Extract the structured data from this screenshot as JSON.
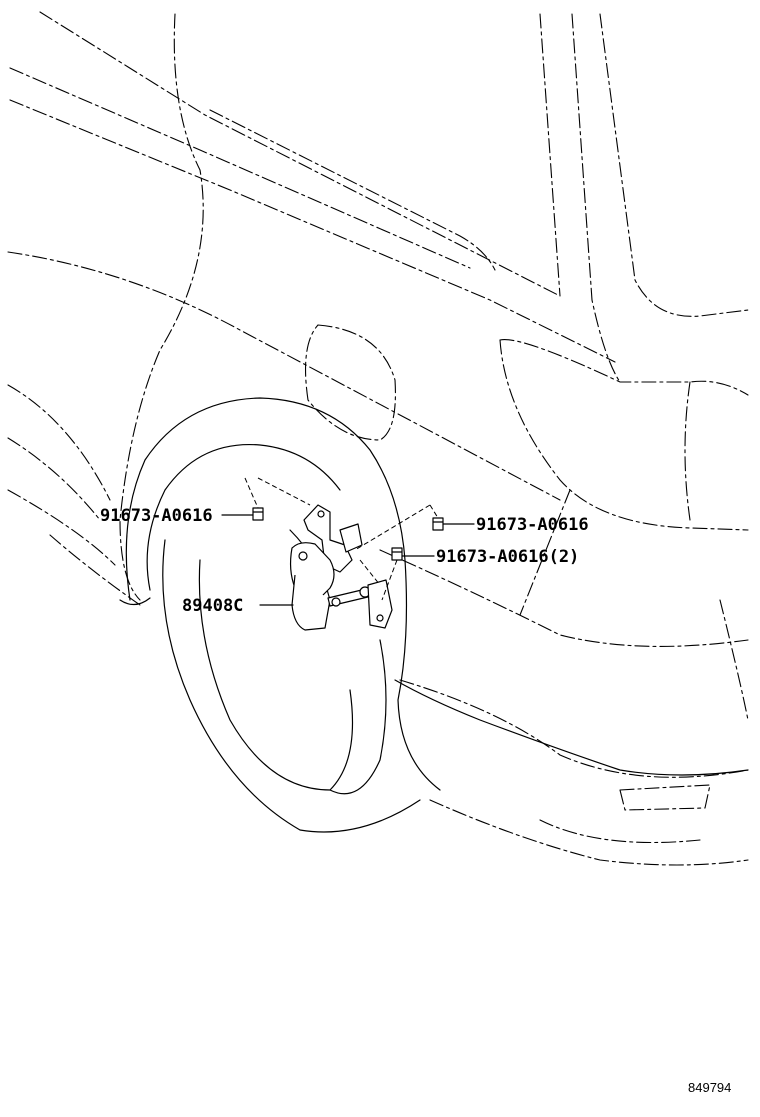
{
  "diagram": {
    "figure_number": "849794",
    "callouts": [
      {
        "id": "bolt-left",
        "label": "91673-A0616"
      },
      {
        "id": "bolt-right",
        "label": "91673-A0616"
      },
      {
        "id": "bolt-right-lower",
        "label": "91673-A0616(2)"
      },
      {
        "id": "height-sensor",
        "label": "89408C"
      }
    ]
  }
}
